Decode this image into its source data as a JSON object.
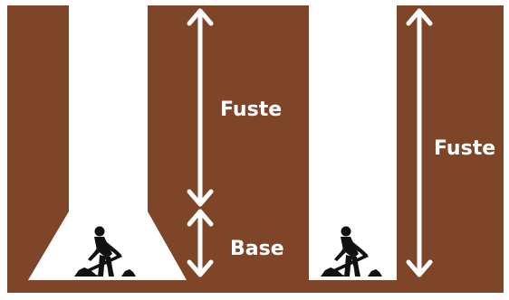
{
  "colors": {
    "soil": "#7f4528",
    "background": "#ffffff",
    "arrow": "#ffffff",
    "label": "#ffffff",
    "worker": "#111111"
  },
  "icons": {
    "worker": "digging-worker-silhouette",
    "dimension": "double-headed-arrow"
  },
  "left_pile": {
    "shaft_label": "Fuste",
    "base_label": "Base"
  },
  "right_pile": {
    "shaft_label": "Fuste"
  }
}
